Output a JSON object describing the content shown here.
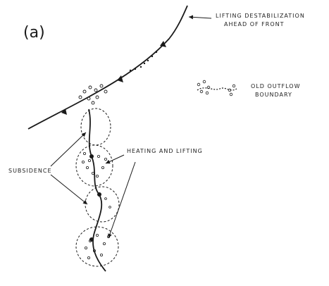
{
  "panel": "(a)",
  "labels": {
    "front_line1": "LIFTING DESTABILIZATION",
    "front_line2": "AHEAD OF FRONT",
    "outflow_line1": "OLD OUTFLOW",
    "outflow_line2": "BOUNDARY",
    "heating": "HEATING AND LIFTING",
    "subsidence": "SUBSIDENCE"
  },
  "colors": {
    "ink": "#1a1a1a"
  }
}
